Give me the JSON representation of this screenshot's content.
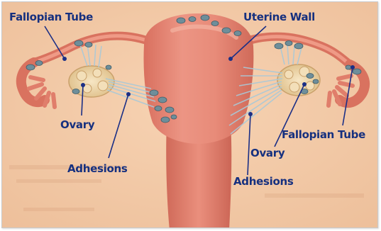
{
  "labels": {
    "fallopian_tube_left": "Fallopian Tube",
    "uterine_wall": "Uterine Wall",
    "ovary_left": "Ovary",
    "adhesions_left": "Adhesions",
    "fallopian_tube_right": "Fallopian Tube",
    "ovary_right": "Ovary",
    "adhesions_right": "Adhesions"
  },
  "colors": {
    "background": "#f2c9a8",
    "tissue": "#e58a7a",
    "tissue_dark": "#cf6b5c",
    "ovary": "#f0d6a6",
    "adhesion_fibers": "#a9c9d8",
    "lesions": "#6e8e9a",
    "label_text": "#16307f"
  }
}
